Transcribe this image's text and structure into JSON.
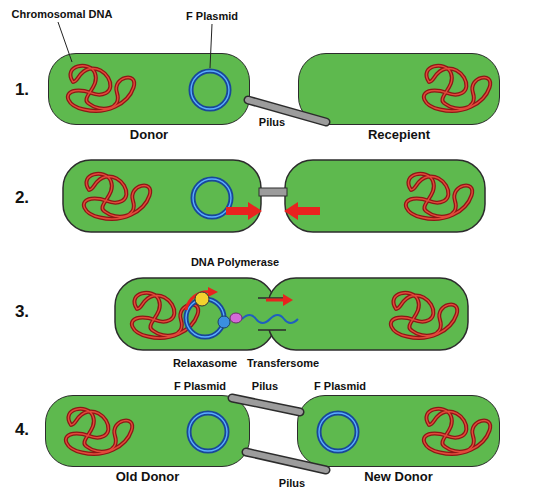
{
  "diagram": {
    "nodes": [
      {
        "text": [
          "Donor"
        ]
      },
      {
        "text": [
          "Recepient"
        ]
      },
      {
        "text": [
          "Old Donor"
        ]
      },
      {
        "text": [
          "New Donor"
        ]
      }
    ],
    "labels": [
      "Chromosomal DNA",
      "F Plasmid",
      "1.",
      "Pilus",
      "2.",
      "DNA Polymerase",
      "3.",
      "Relaxasome",
      "Transfersome",
      "F Plasmid",
      "Pilus",
      "F Plasmid",
      "4.",
      "Pilus"
    ]
  }
}
